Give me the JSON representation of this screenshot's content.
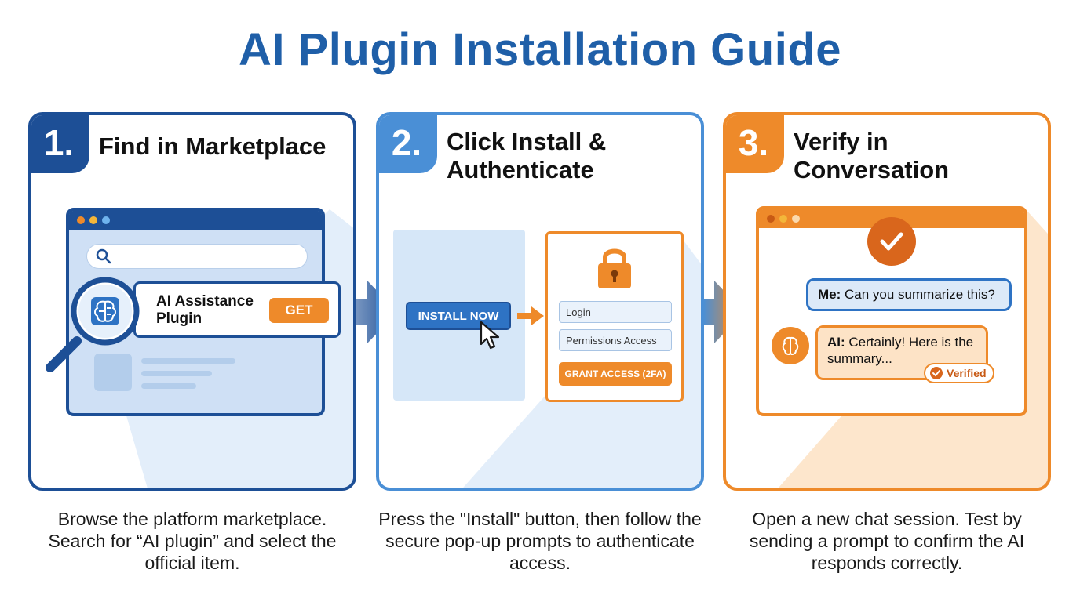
{
  "title": "AI Plugin Installation Guide",
  "colors": {
    "title": "#1f5fa8",
    "step1": "#1d4f96",
    "step2": "#4a8fd6",
    "step3": "#ee8a2a"
  },
  "steps": [
    {
      "number": "1.",
      "title": "Find in Marketplace",
      "description": "Browse the platform marketplace. Search for “AI plugin” and select the official item.",
      "illustration": {
        "search_icon": "search-icon",
        "plugin_icon": "brain-icon",
        "plugin_name": "AI Assistance Plugin",
        "get_label": "GET"
      }
    },
    {
      "number": "2.",
      "title": "Click Install & Authenticate",
      "description": "Press the \"Install\" button, then follow the secure pop-up prompts to authenticate access.",
      "illustration": {
        "install_label": "INSTALL NOW",
        "login_placeholder": "Login",
        "permissions_placeholder": "Permissions Access",
        "grant_label": "GRANT ACCESS (2FA)",
        "lock_icon": "lock-icon",
        "cursor_icon": "cursor-icon"
      }
    },
    {
      "number": "3.",
      "title": "Verify in Conversation",
      "description": "Open a new chat session. Test by sending a prompt to confirm the AI responds correctly.",
      "illustration": {
        "me_label": "Me:",
        "me_message": "Can you summarize this?",
        "ai_label": "AI:",
        "ai_message": "Certainly! Here is the summary...",
        "verified_label": "Verified",
        "check_icon": "checkmark-icon"
      }
    }
  ]
}
